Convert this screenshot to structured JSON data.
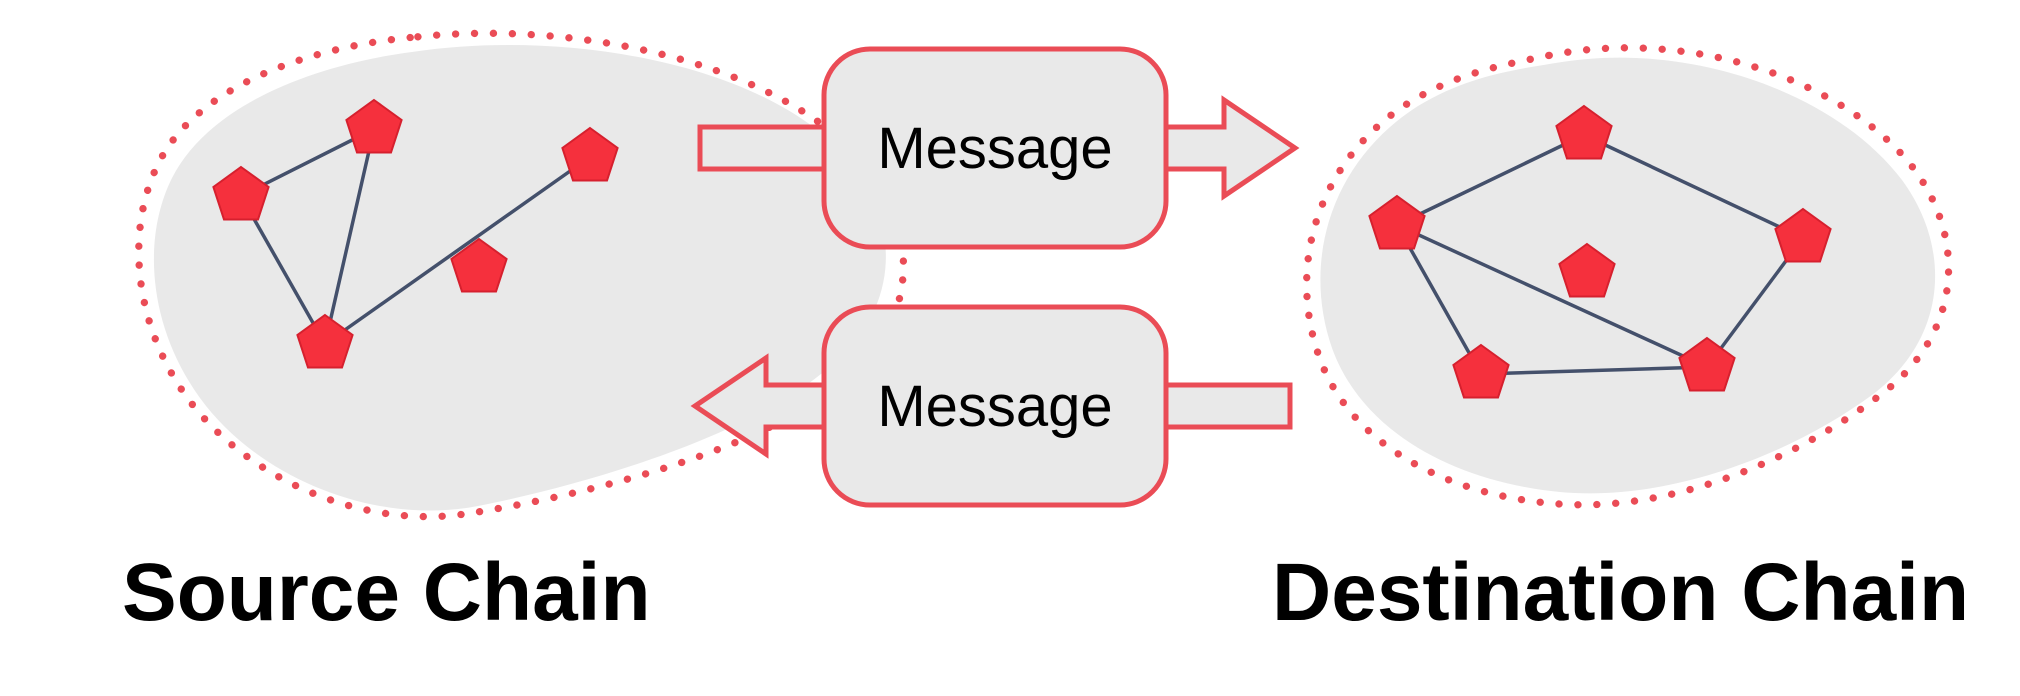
{
  "labels": {
    "source_chain": "Source Chain",
    "destination_chain": "Destination Chain"
  },
  "messages": {
    "top": {
      "label": "Message",
      "direction": "left-to-right"
    },
    "bottom": {
      "label": "Message",
      "direction": "right-to-left"
    }
  },
  "networks": {
    "source_node_count": 5,
    "destination_node_count": 6
  },
  "colors": {
    "accent_red": "#EA4C56",
    "node_red": "#F5303D",
    "node_red_dark": "#D6202E",
    "blob_gray": "#E9E9E9",
    "edge_dark": "#44506B",
    "text_black": "#000000",
    "background": "#FFFFFF"
  }
}
